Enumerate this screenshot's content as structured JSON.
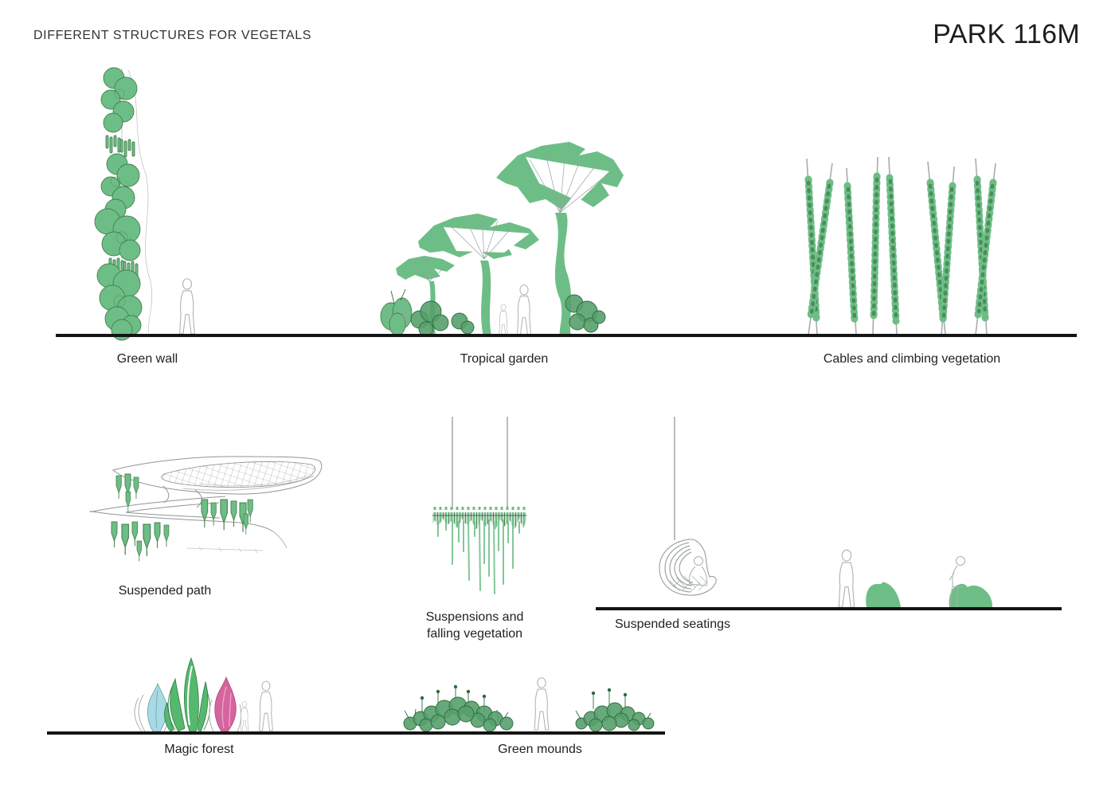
{
  "header": {
    "subtitle": "DIFFERENT STRUCTURES FOR VEGETALS",
    "title": "PARK 116M"
  },
  "vignettes": {
    "green_wall": {
      "label": "Green wall"
    },
    "tropical_garden": {
      "label": "Tropical garden"
    },
    "cables": {
      "label": "Cables and climbing vegetation"
    },
    "suspended_path": {
      "label": "Suspended path"
    },
    "suspensions": {
      "label_line1": "Suspensions and",
      "label_line2": "falling vegetation"
    },
    "suspended_seatings": {
      "label": "Suspended seatings"
    },
    "magic_forest": {
      "label": "Magic forest"
    },
    "green_mounds": {
      "label": "Green mounds"
    }
  },
  "colors": {
    "veg-green": "#6dbe86",
    "veg-dark": "#45804f",
    "mound-green": "#57a06b",
    "mound-dark": "#2e6b3e",
    "magic-blue": "#a7dae4",
    "magic-green": "#55b96d",
    "magic-pink": "#d6649f",
    "cable-gray": "#a9abad",
    "silhouette": "#abb0b0",
    "ink": "#1c1c1c"
  }
}
